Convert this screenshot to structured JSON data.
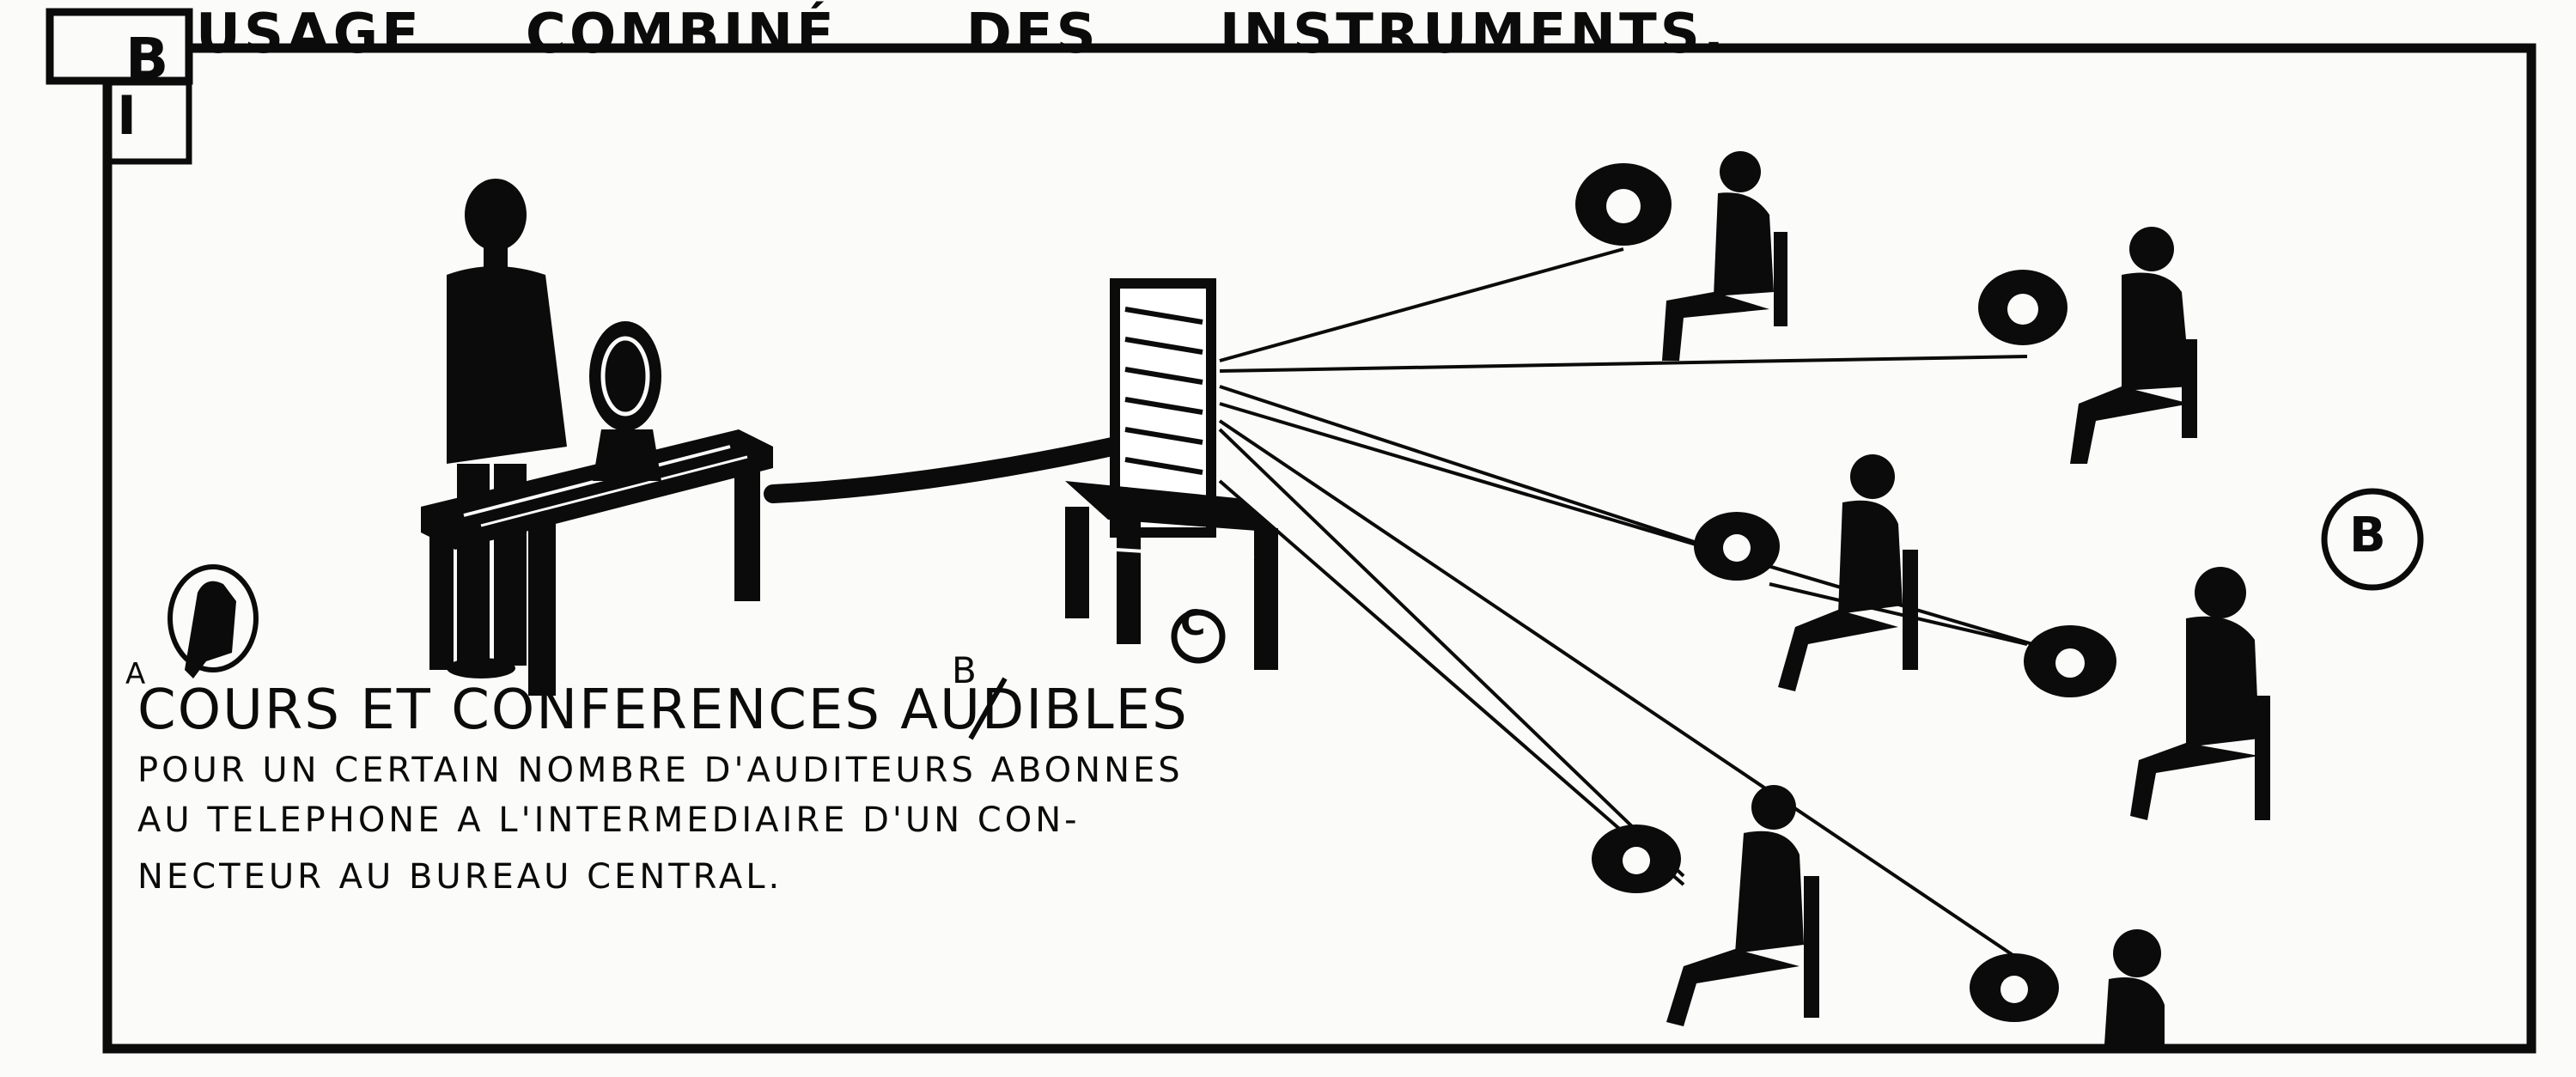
{
  "heading": {
    "section_letter": "B",
    "section_numeral": "I",
    "words": [
      "USAGE",
      "COMBINÉ",
      "DES",
      "INSTRUMENTS."
    ]
  },
  "caption": {
    "title": "COURS ET CONFERENCES AUDIBLES",
    "line1": "POUR UN CERTAIN NOMBRE D'AUDITEURS ABONNES",
    "line2": "AU TELEPHONE A L'INTERMEDIAIRE D'UN CON-",
    "line3": "NECTEUR AU BUREAU CENTRAL."
  },
  "labels": {
    "a": "A",
    "b_inline": "B",
    "c": "C",
    "b_right": "B"
  }
}
